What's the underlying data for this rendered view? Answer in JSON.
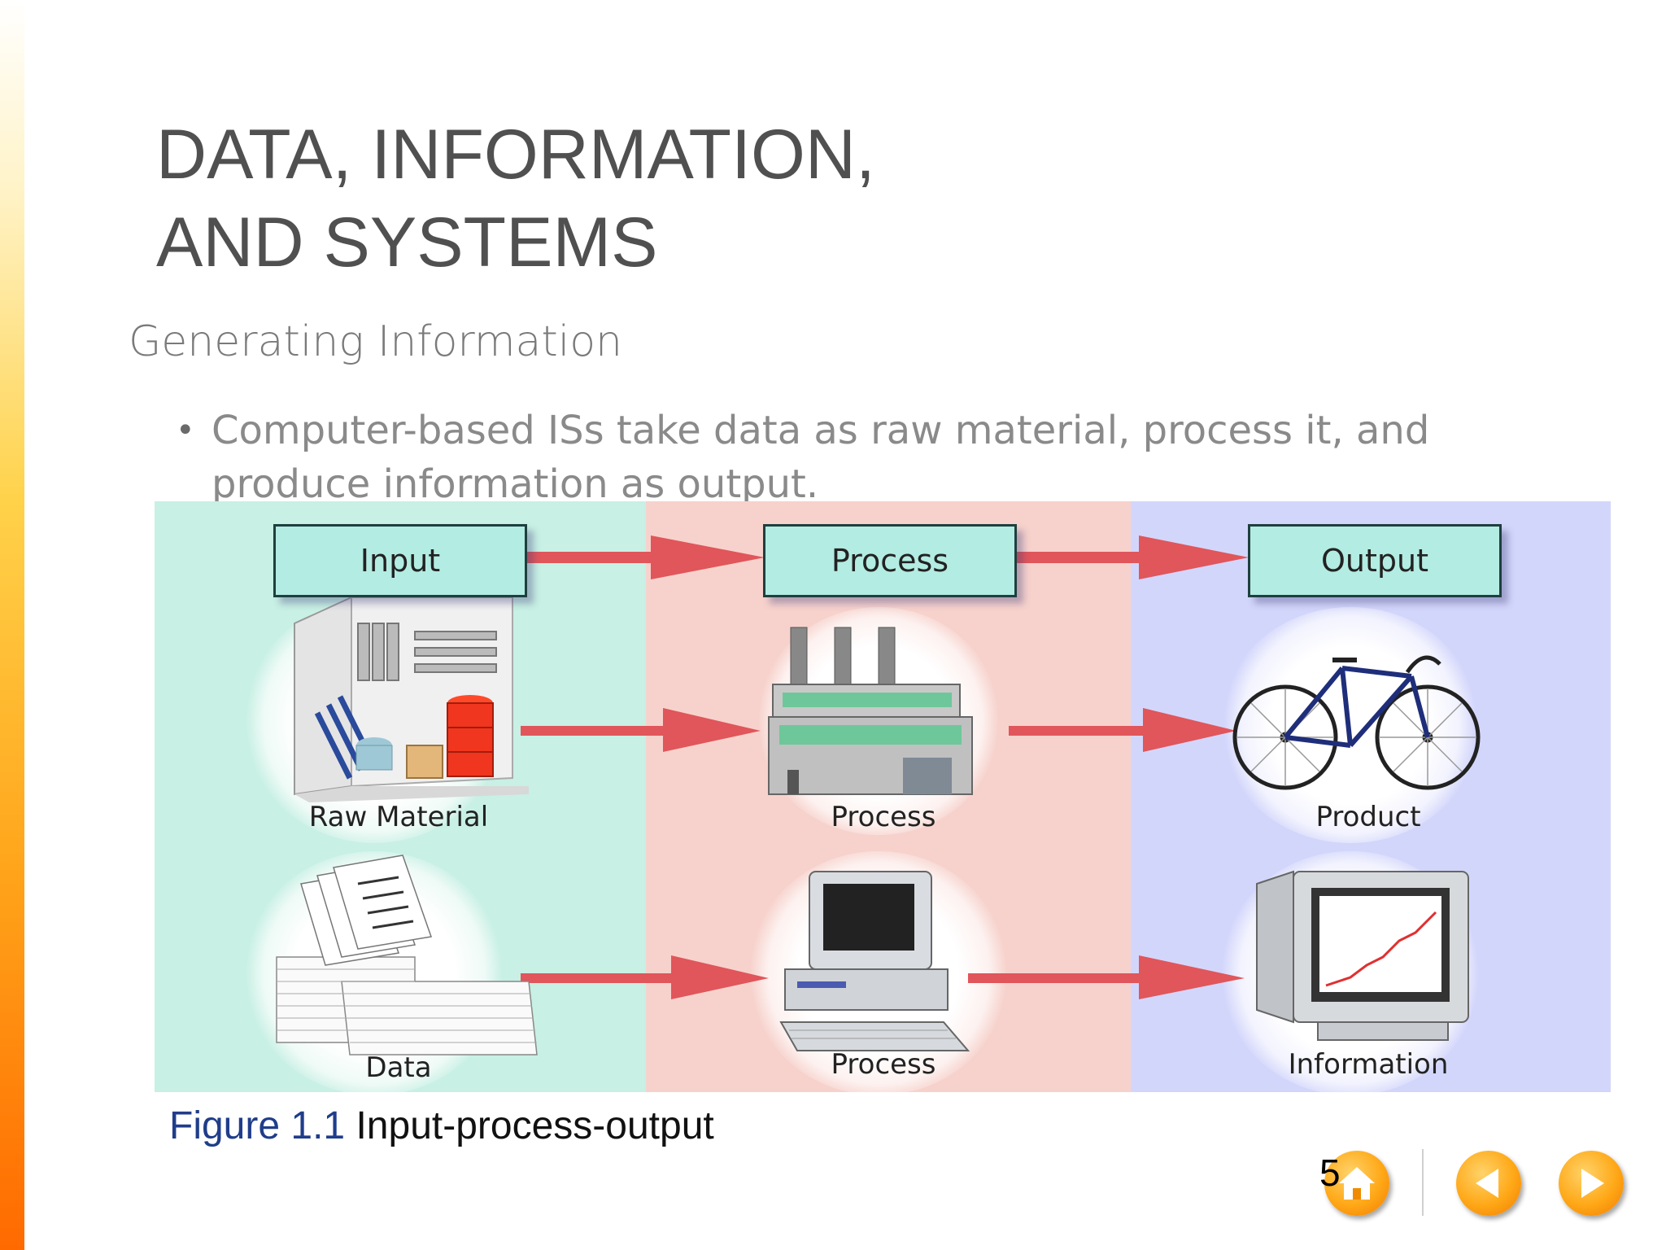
{
  "slide": {
    "title_line1": "DATA, INFORMATION,",
    "title_line2": "AND SYSTEMS",
    "subtitle": "Generating Information",
    "bullet": "Computer-based ISs take data as raw material, process it, and produce information as output.",
    "page_number": "5"
  },
  "figure": {
    "headers": [
      "Input",
      "Process",
      "Output"
    ],
    "row1_labels": [
      "Raw Material",
      "Process",
      "Product"
    ],
    "row2_labels": [
      "Data",
      "Process",
      "Information"
    ],
    "panel_colors": [
      "#c8f0e4",
      "#f7d2cc",
      "#d3d6fb"
    ],
    "arrow_color": "#e0565b",
    "caption_number": "Figure 1.1",
    "caption_text": "Input-process-output"
  },
  "nav": {
    "home_icon": "home-icon",
    "previous_icon": "arrow-left-icon",
    "next_icon": "arrow-right-icon",
    "button_color": "#ffa817"
  }
}
